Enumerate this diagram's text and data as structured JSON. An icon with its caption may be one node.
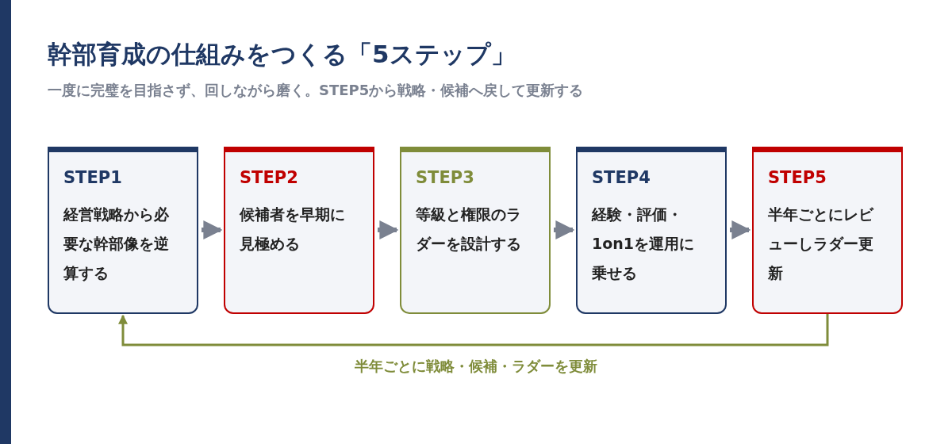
{
  "diagram": {
    "title": "幹部育成の仕組みをつくる「5ステップ」",
    "caption": "一度に完璧を目指さず、回しながら磨く。STEP5から戦略・候補へ戻して更新する",
    "nodes": [
      {
        "text": [
          "STEP1",
          "経営戦略から必要な幹部像を逆算する"
        ]
      },
      {
        "text": [
          "STEP2",
          "候補者を早期に見極める"
        ]
      },
      {
        "text": [
          "STEP3",
          "等級と権限のラダーを設計する"
        ]
      },
      {
        "text": [
          "STEP4",
          "経験・評価・1on1を運用に乗せる"
        ]
      },
      {
        "text": [
          "STEP5",
          "半年ごとにレビューしラダー更新"
        ]
      },
      {
        "text": [],
        "shape": "bar"
      }
    ],
    "edges": [
      {
        "from": 0,
        "to": 1,
        "arrow": "to"
      },
      {
        "from": 1,
        "to": 2,
        "arrow": "to"
      },
      {
        "from": 2,
        "to": 3,
        "arrow": "to"
      },
      {
        "from": 3,
        "to": 4,
        "arrow": "to"
      },
      {
        "from": 4,
        "to": 0,
        "arrow": "to",
        "label": "半年ごとに戦略・候補・ラダーを更新",
        "color": "#7f8c3a"
      }
    ]
  }
}
